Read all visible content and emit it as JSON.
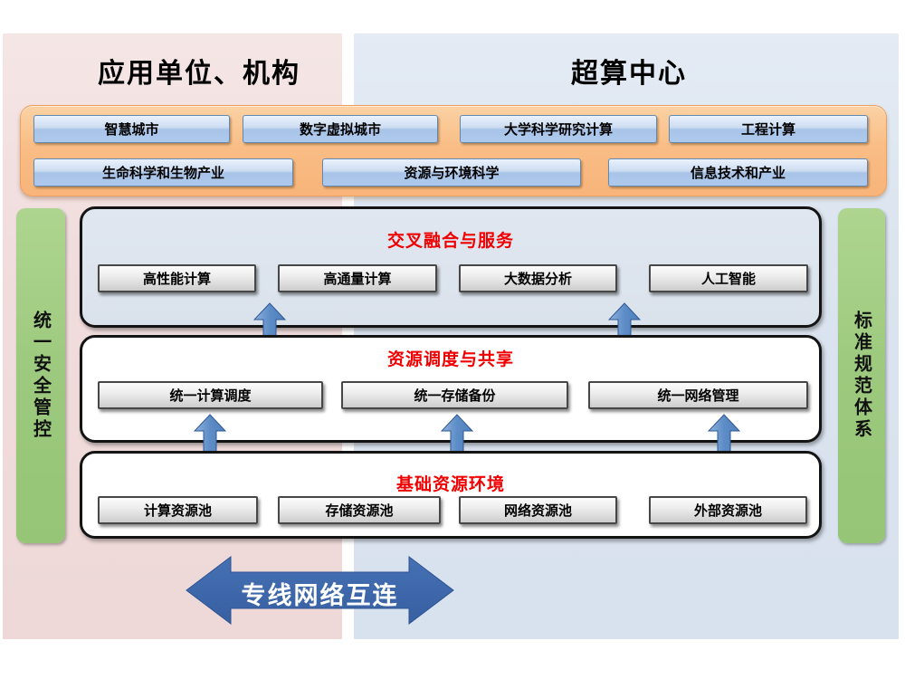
{
  "panels": {
    "left": {
      "label": "应用单位、机构"
    },
    "right": {
      "label": "超算中心"
    }
  },
  "app_layer": {
    "row1": [
      "智慧城市",
      "数字虚拟城市",
      "大学科学研究计算",
      "工程计算"
    ],
    "row2": [
      "生命科学和生物产业",
      "资源与环境科学",
      "信息技术和产业"
    ]
  },
  "side_bars": {
    "left": "统一安全管控",
    "right": "标准规范体系"
  },
  "layers": [
    {
      "title": "交叉融合与服务",
      "items": [
        "高性能计算",
        "高通量计算",
        "大数据分析",
        "人工智能"
      ]
    },
    {
      "title": "资源调度与共享",
      "items": [
        "统一计算调度",
        "统一存储备份",
        "统一网络管理"
      ]
    },
    {
      "title": "基础资源环境",
      "items": [
        "计算资源池",
        "存储资源池",
        "网络资源池",
        "外部资源池"
      ]
    }
  ],
  "bottom_arrow": {
    "label": "专线网络互连"
  },
  "colors": {
    "panel_left_bg": "#f0dbdb",
    "panel_right_bg": "#dae3ef",
    "orange_container": "#f9bd85",
    "blue_app_box": "#aec9ec",
    "green_bar": "#9cc97d",
    "layer_title_red": "#f00000",
    "vertical_arrow_blue": "#4f81bd",
    "big_arrow_blue": "#3b67ac"
  }
}
